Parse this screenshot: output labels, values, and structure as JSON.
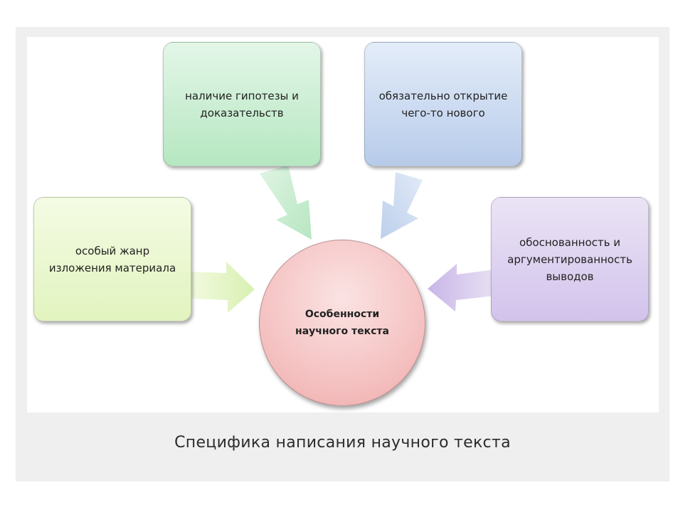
{
  "diagram": {
    "center": {
      "label": "Особенности\nнаучного текста"
    },
    "nodes": [
      {
        "id": "genre",
        "label": "особый жанр\nизложения материала"
      },
      {
        "id": "hypothesis",
        "label": "наличие гипотезы и\nдоказательств"
      },
      {
        "id": "discovery",
        "label": "обязательно открытие\nчего-то нового"
      },
      {
        "id": "conclusions",
        "label": "обоснованность и\nаргументированность\nвыводов"
      }
    ],
    "colors": {
      "genre": "#e2f4bf",
      "hypothesis": "#b6e7c1",
      "discovery": "#b7cbea",
      "conclusions": "#d2c3ec",
      "center": "#f4bdbd"
    }
  },
  "caption": "Специфика написания научного текста"
}
